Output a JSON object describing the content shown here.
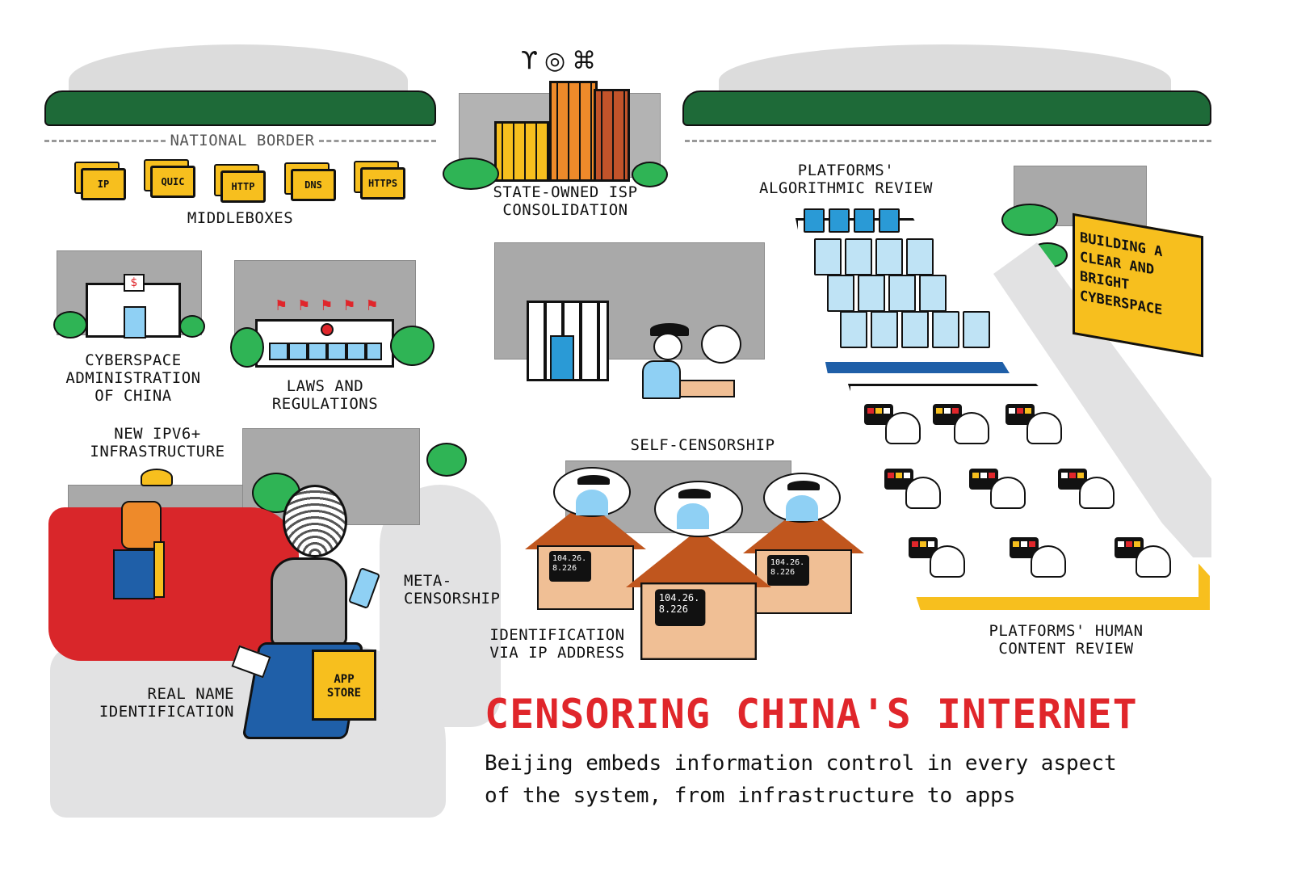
{
  "labels": {
    "national_border": "NATIONAL BORDER",
    "middleboxes_title": "MIDDLEBOXES",
    "middleboxes": [
      "IP",
      "QUIC",
      "HTTP",
      "DNS",
      "HTTPS"
    ],
    "isp": [
      "STATE-OWNED ISP",
      "CONSOLIDATION"
    ],
    "cac": [
      "CYBERSPACE",
      "ADMINISTRATION",
      "OF CHINA"
    ],
    "laws": [
      "LAWS AND",
      "REGULATIONS"
    ],
    "ipv6": [
      "NEW IPV6+",
      "INFRASTRUCTURE"
    ],
    "meta": [
      "META-",
      "CENSORSHIP"
    ],
    "real_name": [
      "REAL NAME",
      "IDENTIFICATION"
    ],
    "app_store": [
      "APP",
      "STORE"
    ],
    "self_censorship": "SELF-CENSORSHIP",
    "identification": [
      "IDENTIFICATION",
      "VIA IP ADDRESS"
    ],
    "ip_address": [
      "104.26.",
      "8.226"
    ],
    "algorithmic": [
      "PLATFORMS'",
      "ALGORITHMIC REVIEW"
    ],
    "human": [
      "PLATFORMS' HUMAN",
      "CONTENT REVIEW"
    ],
    "billboard": [
      "BUILDING A CLEAR AND",
      "BRIGHT CYBERSPACE"
    ]
  },
  "title": "CENSORING CHINA'S INTERNET",
  "subtitle": [
    "Beijing embeds information control in every aspect",
    "of the system, from infrastructure to apps"
  ],
  "colors": {
    "title": "#e0262b",
    "yellow": "#f7bf1e",
    "green": "#1e6a38",
    "red_field": "#d9262a",
    "blue": "#2a9ad6"
  }
}
